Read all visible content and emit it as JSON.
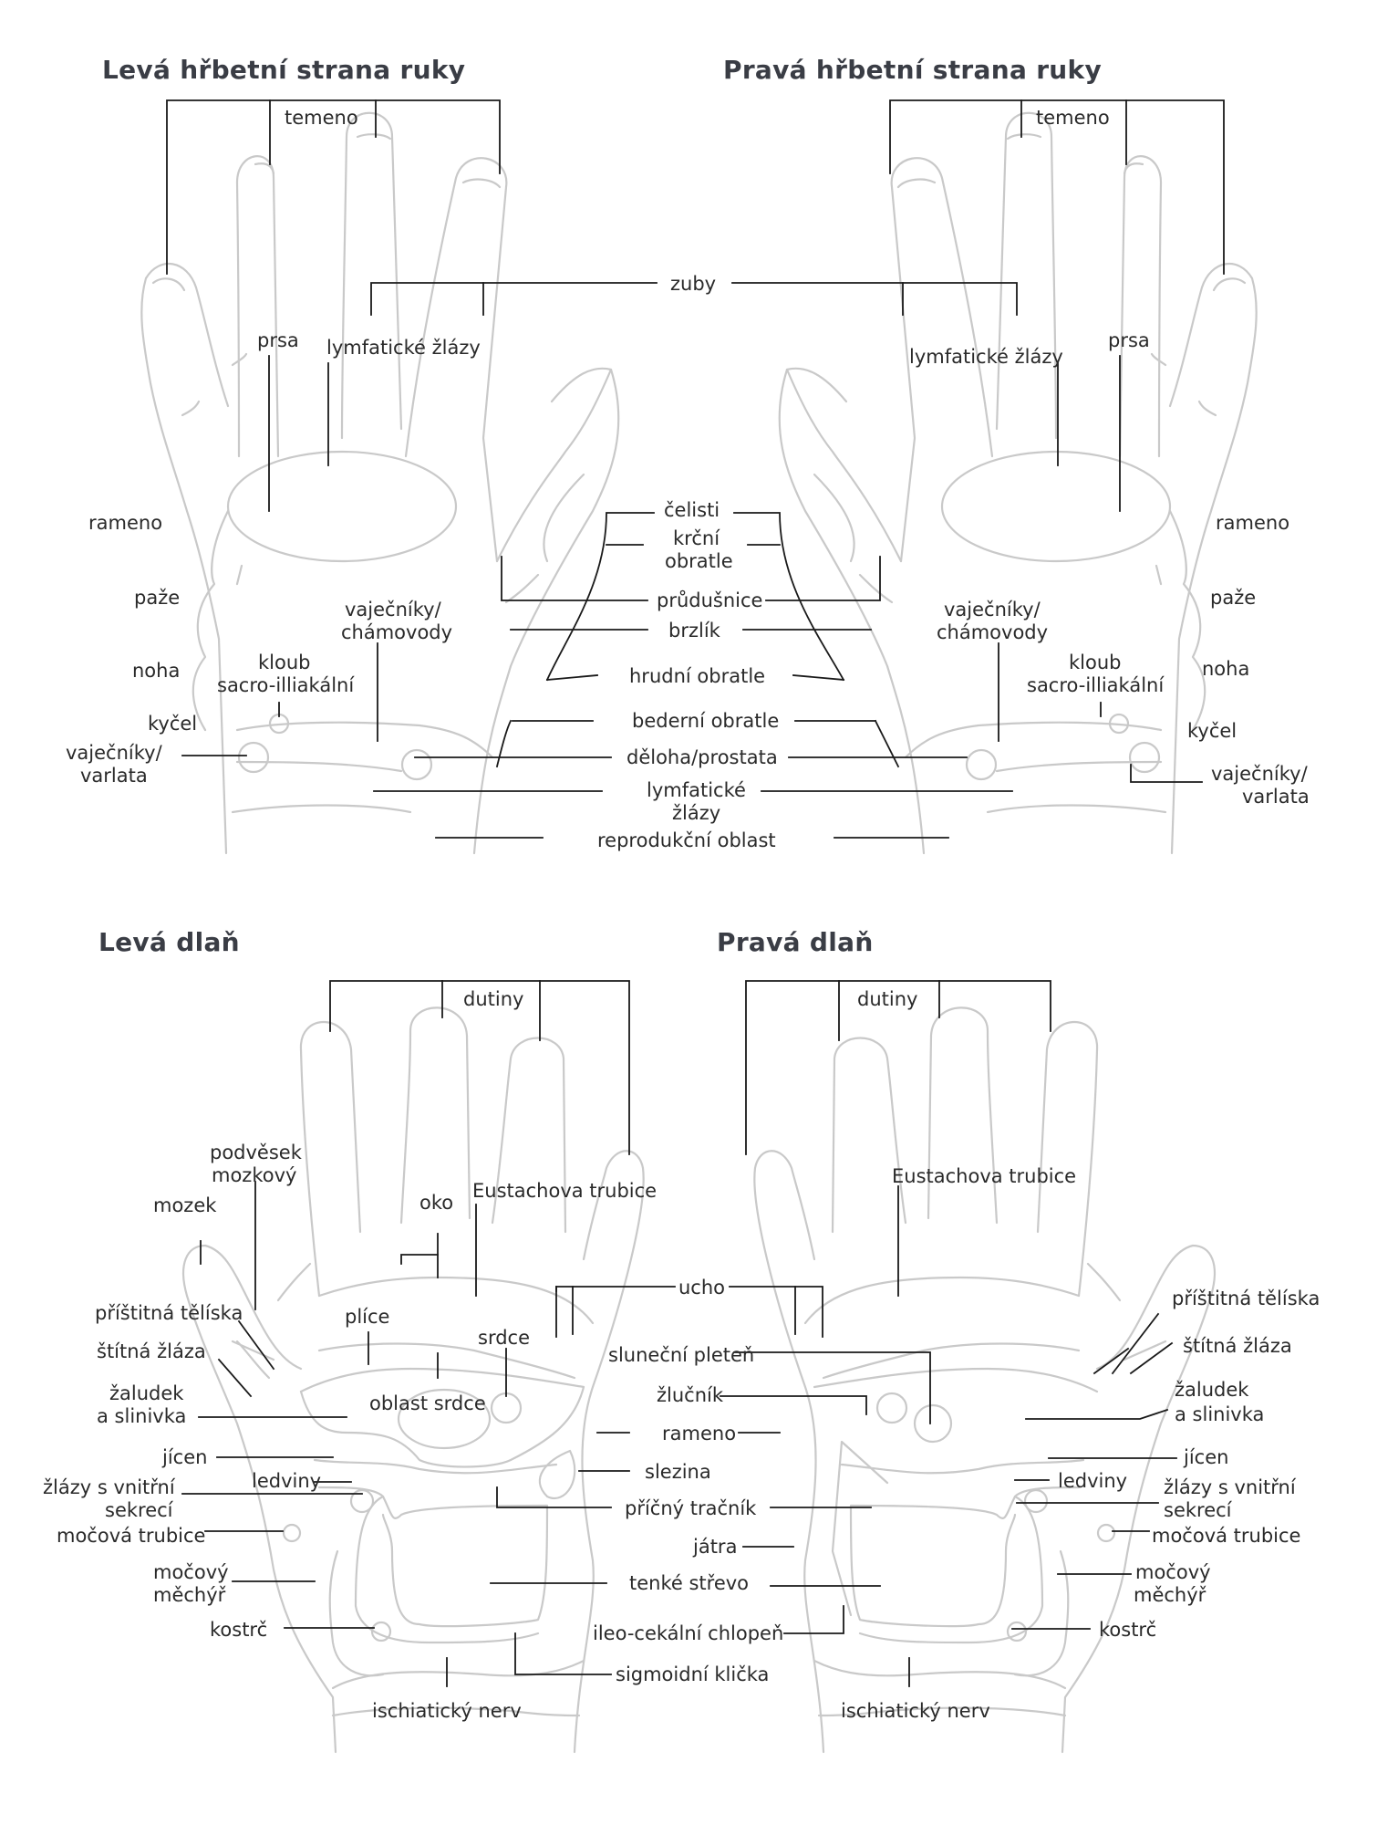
{
  "titles": {
    "left_back": "Levá hřbetní strana ruky",
    "right_back": "Pravá hřbetní strana ruky",
    "left_palm": "Levá dlaň",
    "right_palm": "Pravá dlaň"
  },
  "back": {
    "temeno": "temeno",
    "zuby": "zuby",
    "prsa": "prsa",
    "lymfaticke_zlazy": "lymfatické žlázy",
    "rameno": "rameno",
    "paze": "paže",
    "noha": "noha",
    "kycel": "kyčel",
    "vajecniky_varlata_1": "vaječníky/",
    "vajecniky_varlata_2": "varlata",
    "vajecniky_chamovody_1": "vaječníky/",
    "vajecniky_chamovody_2": "chámovody",
    "kloub_1": "kloub",
    "kloub_2": "sacro-illiakální",
    "celisti": "čelisti",
    "krcni_1": "krční",
    "krcni_2": "obratle",
    "prudusnice": "průdušnice",
    "brzlik": "brzlík",
    "hrudni": "hrudní obratle",
    "bederni": "bederní obratle",
    "deloha": "děloha/prostata",
    "lymf_1": "lymfatické",
    "lymf_2": "žlázy",
    "reprodukcni": "reprodukční oblast"
  },
  "palm": {
    "dutiny": "dutiny",
    "podvesek_1": "podvěsek",
    "podvesek_2": "mozkový",
    "mozek": "mozek",
    "oko": "oko",
    "eustachova": "Eustachova trubice",
    "pristitna": "příštitná tělíska",
    "stitna": "štítná žláza",
    "zaludek_1": "žaludek",
    "zaludek_2": "a slinivka",
    "plice": "plíce",
    "srdce": "srdce",
    "oblast_srdce": "oblast srdce",
    "ucho": "ucho",
    "slunecni": "sluneční pleteň",
    "zlucnik": "žlučník",
    "rameno": "rameno",
    "slezina": "slezina",
    "jicen": "jícen",
    "ledviny": "ledviny",
    "zlazy_1": "žlázy s vnitřní",
    "zlazy_2": "sekrecí",
    "mocova": "močová trubice",
    "pricny": "příčný tračník",
    "jatra": "játra",
    "mechyr_1": "močový",
    "mechyr_2": "měchýř",
    "tenke": "tenké střevo",
    "kostrc": "kostrč",
    "ileo": "ileo-cekální chlopeň",
    "sigmoidni": "sigmoidní klička",
    "ischiaticky": "ischiatický nerv"
  }
}
